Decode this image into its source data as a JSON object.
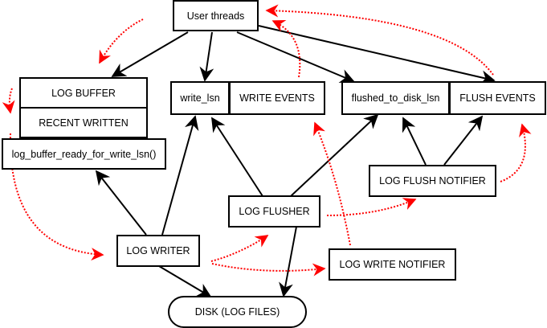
{
  "diagram": {
    "nodes": {
      "user_threads": "User threads",
      "log_buffer": "LOG BUFFER",
      "recent_written": "RECENT WRITTEN",
      "ready_for_write": "log_buffer_ready_for_write_lsn()",
      "write_lsn": "write_lsn",
      "write_events": "WRITE EVENTS",
      "flushed_to_disk_lsn": "flushed_to_disk_lsn",
      "flush_events": "FLUSH EVENTS",
      "log_flush_notifier": "LOG FLUSH NOTIFIER",
      "log_flusher": "LOG FLUSHER",
      "log_writer": "LOG WRITER",
      "log_write_notifier": "LOG WRITE NOTIFIER",
      "disk": "DISK (LOG FILES)"
    },
    "colors": {
      "edge": "#000000",
      "signal": "#ff0000"
    },
    "edges": [
      {
        "from": "User threads",
        "to": "LOG BUFFER",
        "style": "solid"
      },
      {
        "from": "User threads",
        "to": "write_lsn",
        "style": "solid"
      },
      {
        "from": "User threads",
        "to": "flushed_to_disk_lsn",
        "style": "solid"
      },
      {
        "from": "User threads",
        "to": "FLUSH EVENTS",
        "style": "solid"
      },
      {
        "from": "LOG WRITER",
        "to": "log_buffer_ready_for_write_lsn()",
        "style": "solid"
      },
      {
        "from": "LOG WRITER",
        "to": "write_lsn",
        "style": "solid"
      },
      {
        "from": "LOG WRITER",
        "to": "DISK (LOG FILES)",
        "style": "solid"
      },
      {
        "from": "LOG FLUSHER",
        "to": "write_lsn",
        "style": "solid"
      },
      {
        "from": "LOG FLUSHER",
        "to": "flushed_to_disk_lsn",
        "style": "solid"
      },
      {
        "from": "LOG FLUSHER",
        "to": "DISK (LOG FILES)",
        "style": "solid"
      },
      {
        "from": "LOG FLUSH NOTIFIER",
        "to": "flushed_to_disk_lsn",
        "style": "solid"
      },
      {
        "from": "LOG FLUSH NOTIFIER",
        "to": "FLUSH EVENTS",
        "style": "solid"
      },
      {
        "from": "User threads",
        "to": "LOG BUFFER",
        "style": "dotted"
      },
      {
        "from": "RECENT WRITTEN",
        "to": "LOG WRITER",
        "style": "dotted"
      },
      {
        "from": "LOG WRITER",
        "to": "LOG FLUSHER",
        "style": "dotted"
      },
      {
        "from": "LOG WRITER",
        "to": "LOG WRITE NOTIFIER",
        "style": "dotted"
      },
      {
        "from": "LOG FLUSHER",
        "to": "LOG FLUSH NOTIFIER",
        "style": "dotted"
      },
      {
        "from": "LOG WRITE NOTIFIER",
        "to": "WRITE EVENTS",
        "style": "dotted"
      },
      {
        "from": "LOG FLUSH NOTIFIER",
        "to": "FLUSH EVENTS",
        "style": "dotted"
      },
      {
        "from": "WRITE EVENTS",
        "to": "User threads",
        "style": "dotted"
      },
      {
        "from": "FLUSH EVENTS",
        "to": "User threads",
        "style": "dotted"
      }
    ]
  }
}
